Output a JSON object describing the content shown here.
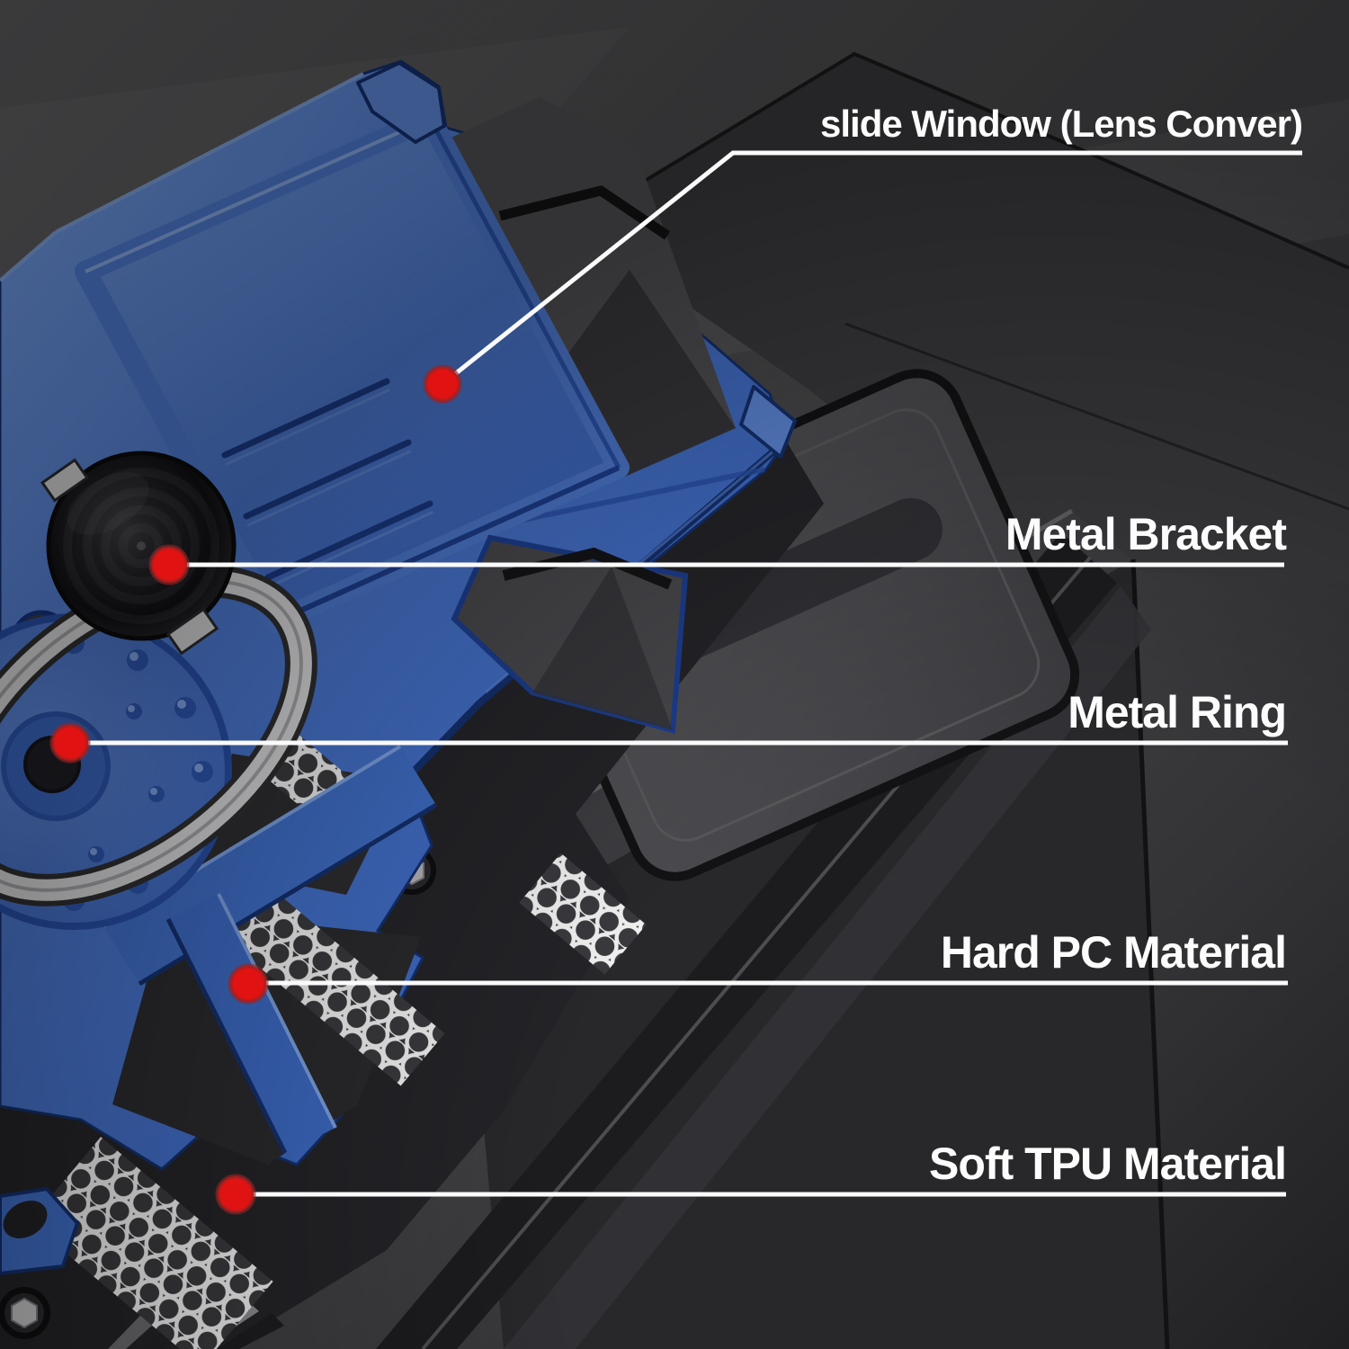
{
  "scene": {
    "type": "product-feature-callout-image",
    "product": "rugged phone case with slide camera cover and ring kickstand"
  },
  "annotations": [
    {
      "label": "slide Window (Lens Conver)"
    },
    {
      "label": "Metal Bracket"
    },
    {
      "label": "Metal Ring"
    },
    {
      "label": "Hard PC Material"
    },
    {
      "label": "Soft TPU Material"
    }
  ],
  "colors": {
    "case_blue": "#3f6dc5",
    "case_blue_light": "#6f97de",
    "case_blue_dark": "#16337e",
    "marker_red": "#e11212",
    "annotation_white": "#fafafa",
    "metal_silver": "#d8d8da",
    "tpu_black": "#26262a",
    "background_gray": "#4a4a4c"
  }
}
